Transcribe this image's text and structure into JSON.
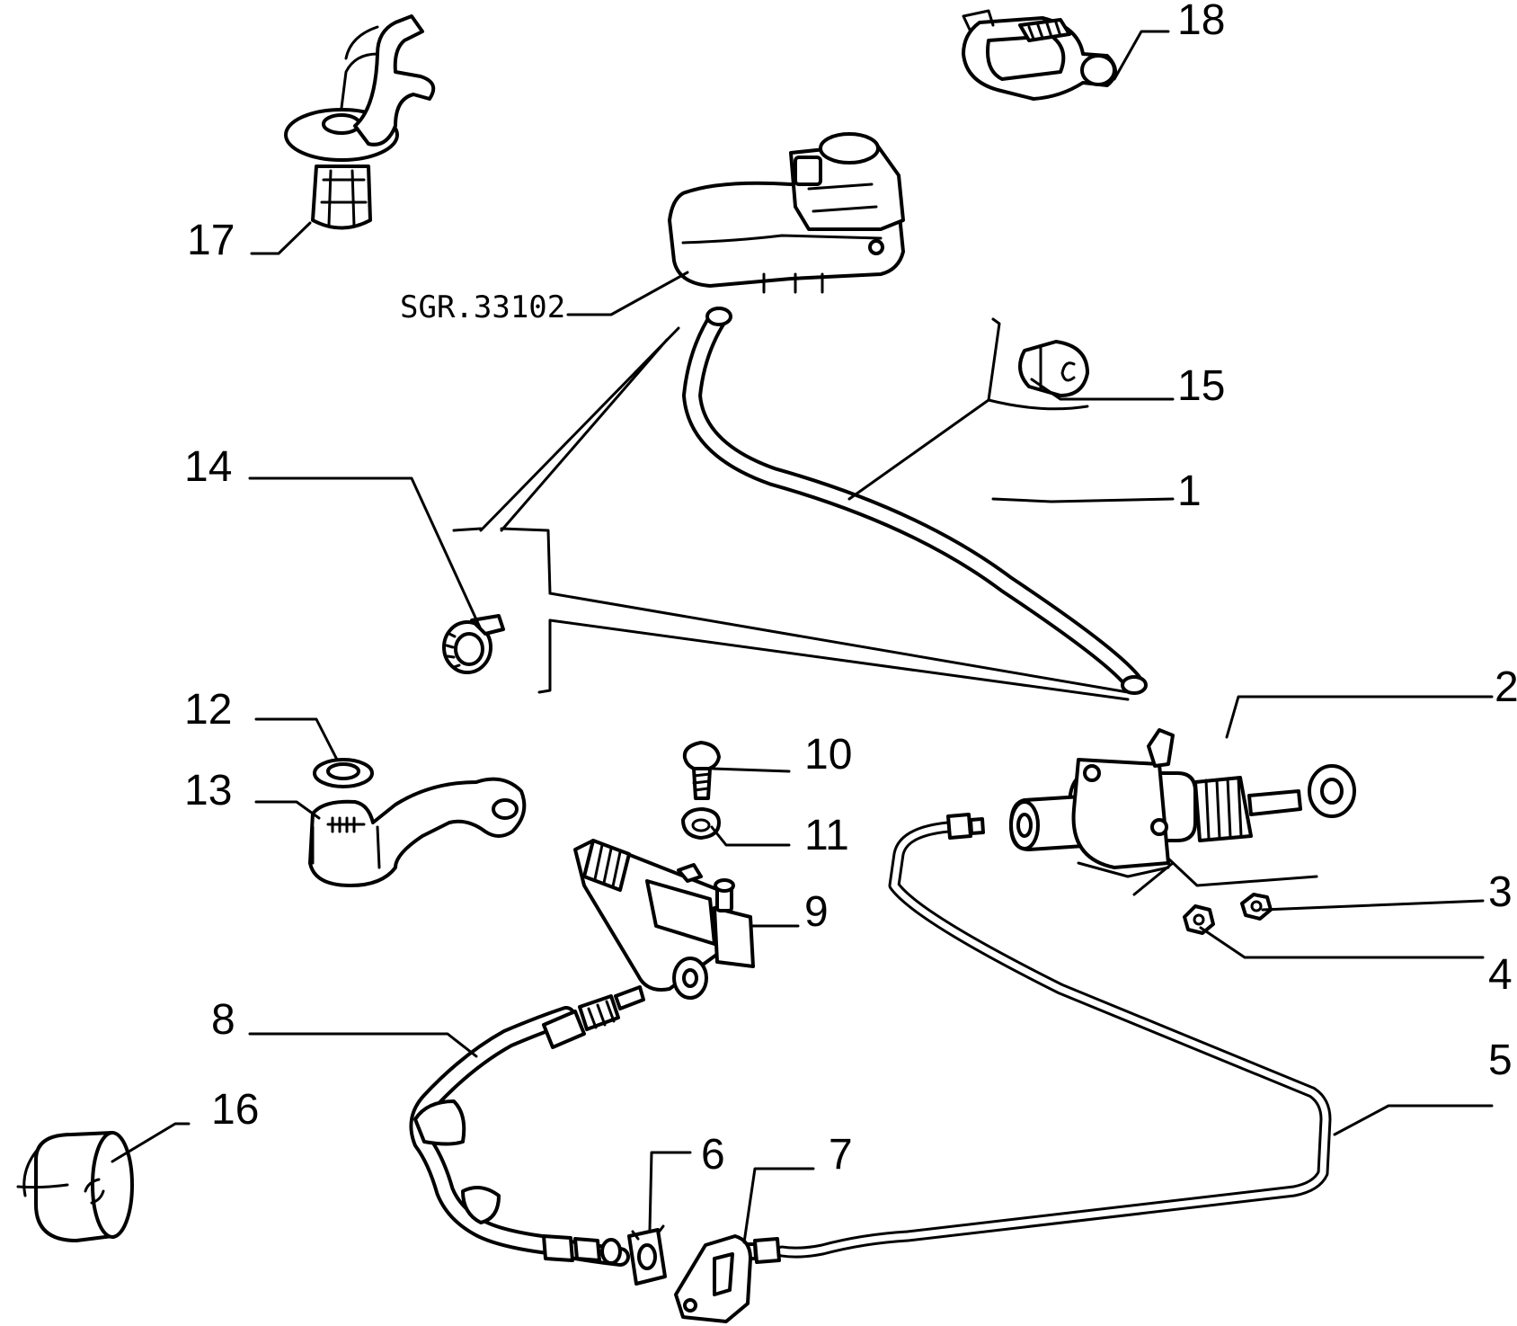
{
  "diagram": {
    "reference": "SGR.33102",
    "callouts": [
      "1",
      "2",
      "3",
      "4",
      "5",
      "6",
      "7",
      "8",
      "9",
      "10",
      "11",
      "12",
      "13",
      "14",
      "15",
      "16",
      "17",
      "18"
    ]
  }
}
